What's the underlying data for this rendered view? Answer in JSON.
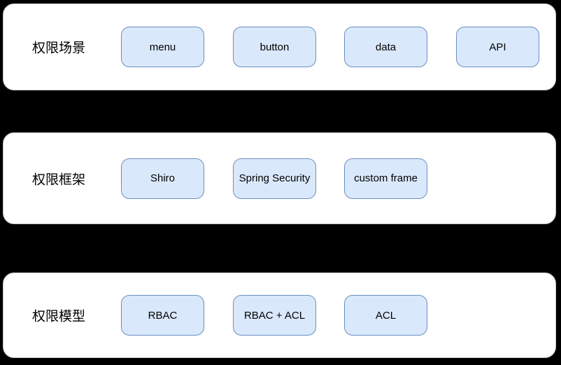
{
  "colors": {
    "background": "#000000",
    "panel_background": "#ffffff",
    "node_fill": "#dae8fc",
    "node_border": "#6c8ebf",
    "text": "#000000"
  },
  "rows": [
    {
      "label": "权限场景",
      "boxes": [
        "menu",
        "button",
        "data",
        "API"
      ]
    },
    {
      "label": "权限框架",
      "boxes": [
        "Shiro",
        "Spring Security",
        "custom frame"
      ]
    },
    {
      "label": "权限模型",
      "boxes": [
        "RBAC",
        "RBAC + ACL",
        "ACL"
      ]
    }
  ]
}
